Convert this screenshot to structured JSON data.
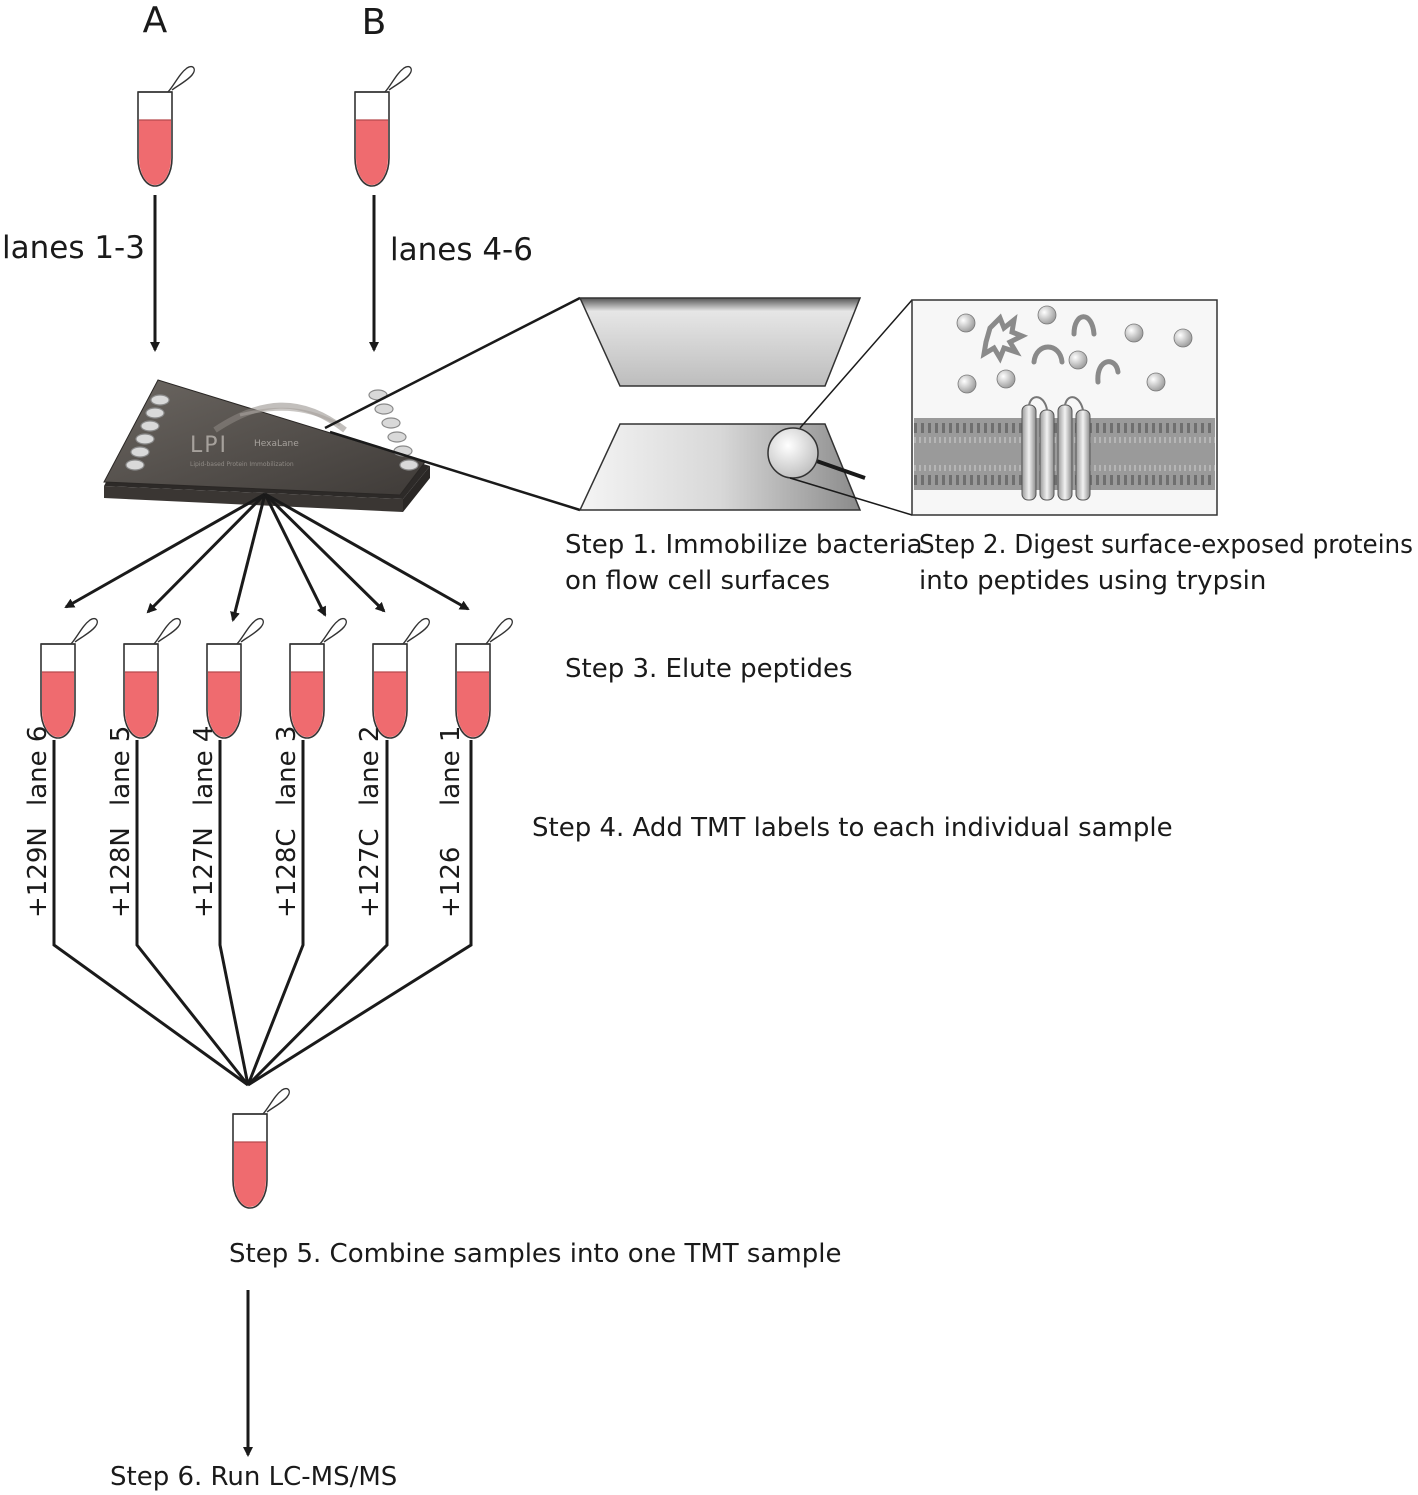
{
  "columns": {
    "a": "A",
    "b": "B"
  },
  "lanes_labels": {
    "a": "lanes 1-3",
    "b": "lanes 4-6"
  },
  "chip": {
    "brand": "LPI",
    "product": "HexaLane",
    "subtitle": "Lipid-based Protein Immobilization"
  },
  "steps": {
    "s1_line1": "Step 1. Immobilize bacteria",
    "s1_line2": "on flow cell surfaces",
    "s2_line1": "Step 2. Digest surface-exposed proteins",
    "s2_line2": "into peptides using trypsin",
    "s3": "Step 3. Elute peptides",
    "s4": "Step 4. Add TMT labels to each individual sample",
    "s5": "Step 5. Combine samples into one TMT sample",
    "s6": "Step 6. Run LC-MS/MS"
  },
  "samples": [
    {
      "lane": "lane 6",
      "tag": "+129N"
    },
    {
      "lane": "lane 5",
      "tag": "+128N"
    },
    {
      "lane": "lane 4",
      "tag": "+127N"
    },
    {
      "lane": "lane 3",
      "tag": "+128C"
    },
    {
      "lane": "lane 2",
      "tag": "+127C"
    },
    {
      "lane": "lane 1",
      "tag": "+126"
    }
  ],
  "colors": {
    "liquid": "#ef6b6f",
    "ink": "#1a1a1a",
    "chip": "#5c5753"
  }
}
